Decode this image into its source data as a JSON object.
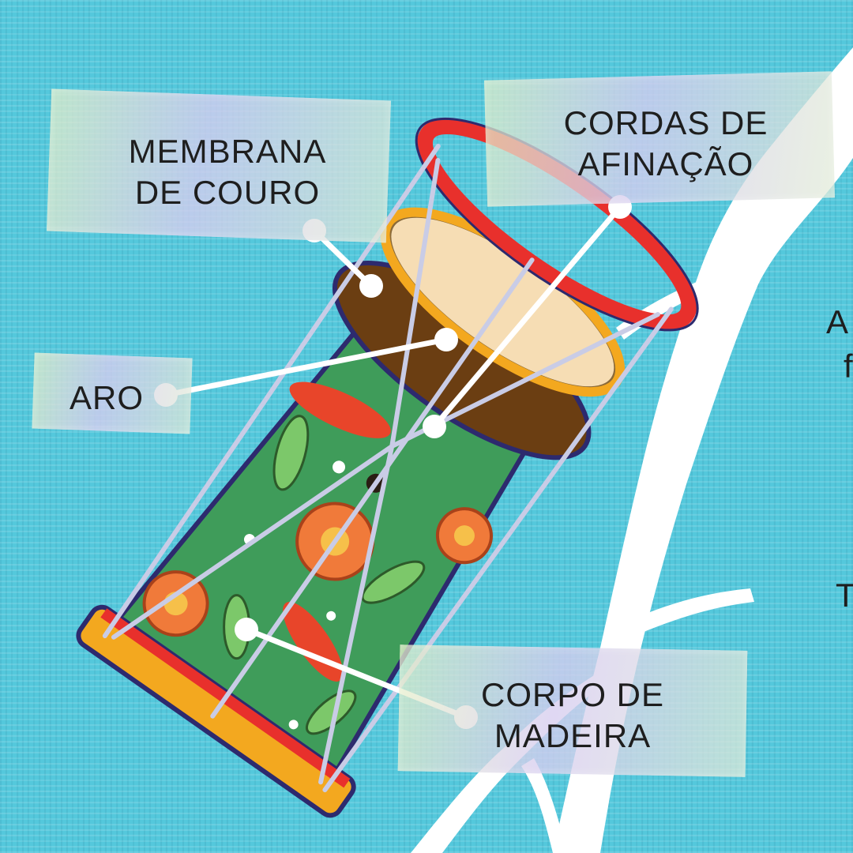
{
  "labels": {
    "membrana": "MEMBRANA\nDE COURO",
    "cordas": "CORDAS DE\nAFINAÇÃO",
    "aro": "ARO",
    "corpo": "CORPO DE\nMADEIRA"
  },
  "edge_fragments": {
    "right_1": "A",
    "right_2": "f",
    "right_3": "T"
  },
  "colors": {
    "background": "#54c8dc",
    "river": "#ffffff",
    "body_green": "#3f9c5a",
    "rim_red": "#e8302c",
    "rim_yellow": "#f3a81f",
    "membrane": "#f6ddb4",
    "wood_interior": "#6b3e12",
    "flower_orange": "#f07a3a",
    "outline": "#2d2a6e"
  }
}
